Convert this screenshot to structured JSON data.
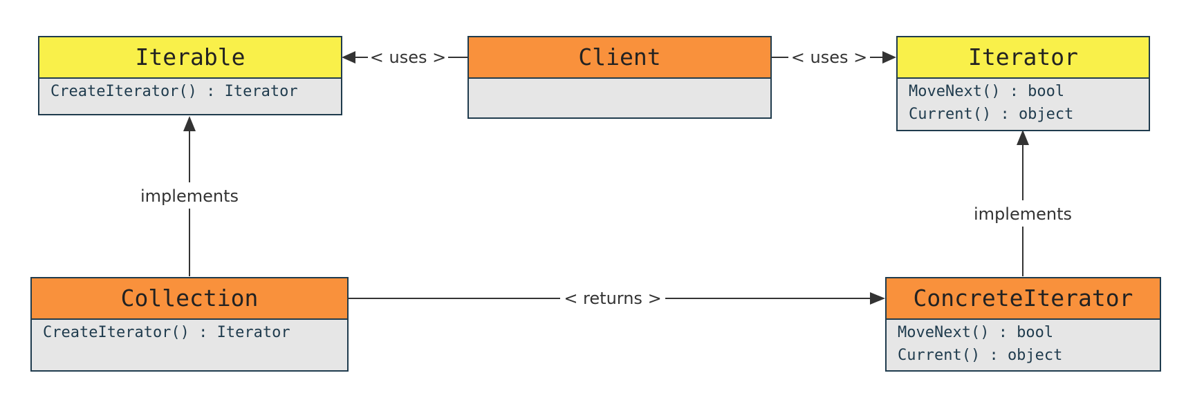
{
  "colors": {
    "interface_header": "#f9f04a",
    "class_header": "#f9913c",
    "member_area": "#e6e6e6",
    "border": "#1f3b4d",
    "edge": "#333333"
  },
  "classes": {
    "iterable": {
      "name": "Iterable",
      "members": [
        "CreateIterator() : Iterator"
      ]
    },
    "client": {
      "name": "Client",
      "members": []
    },
    "iterator": {
      "name": "Iterator",
      "members": [
        "MoveNext() : bool",
        "Current() : object"
      ]
    },
    "collection": {
      "name": "Collection",
      "members": [
        "CreateIterator() : Iterator"
      ]
    },
    "concrete_iterator": {
      "name": "ConcreteIterator",
      "members": [
        "MoveNext() : bool",
        "Current() : object"
      ]
    }
  },
  "relations": {
    "client_uses_iterable": "< uses >",
    "client_uses_iterator": "< uses >",
    "collection_implements_iterable": "implements",
    "concrete_implements_iterator": "implements",
    "collection_returns_concrete": "< returns >"
  }
}
